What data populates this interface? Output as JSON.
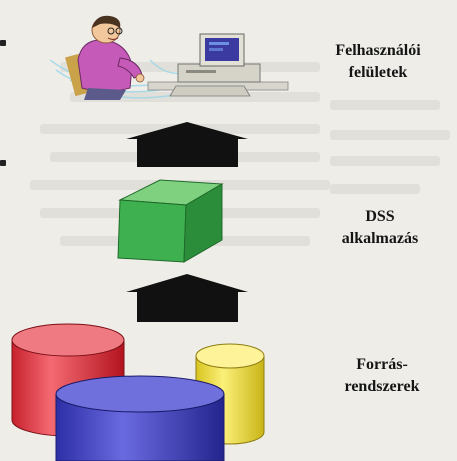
{
  "layers": {
    "top": {
      "line1": "Felhasználói",
      "line2": "felületek"
    },
    "middle": {
      "line1": "DSS",
      "line2": "alkalmazás"
    },
    "bottom": {
      "line1": "Forrás-",
      "line2": "rendszerek"
    }
  },
  "icons": {
    "user": "user-at-computer-illustration",
    "app": "green-cube-icon",
    "sources": "database-cylinders-icon",
    "arrow": "up-arrow-icon"
  },
  "colors": {
    "background": "#eeede8",
    "cube": "#3fb04f",
    "arrow": "#111111",
    "cyl_red": "#e53a45",
    "cyl_yellow": "#f2e34a",
    "cyl_blue": "#4b4bc8"
  }
}
